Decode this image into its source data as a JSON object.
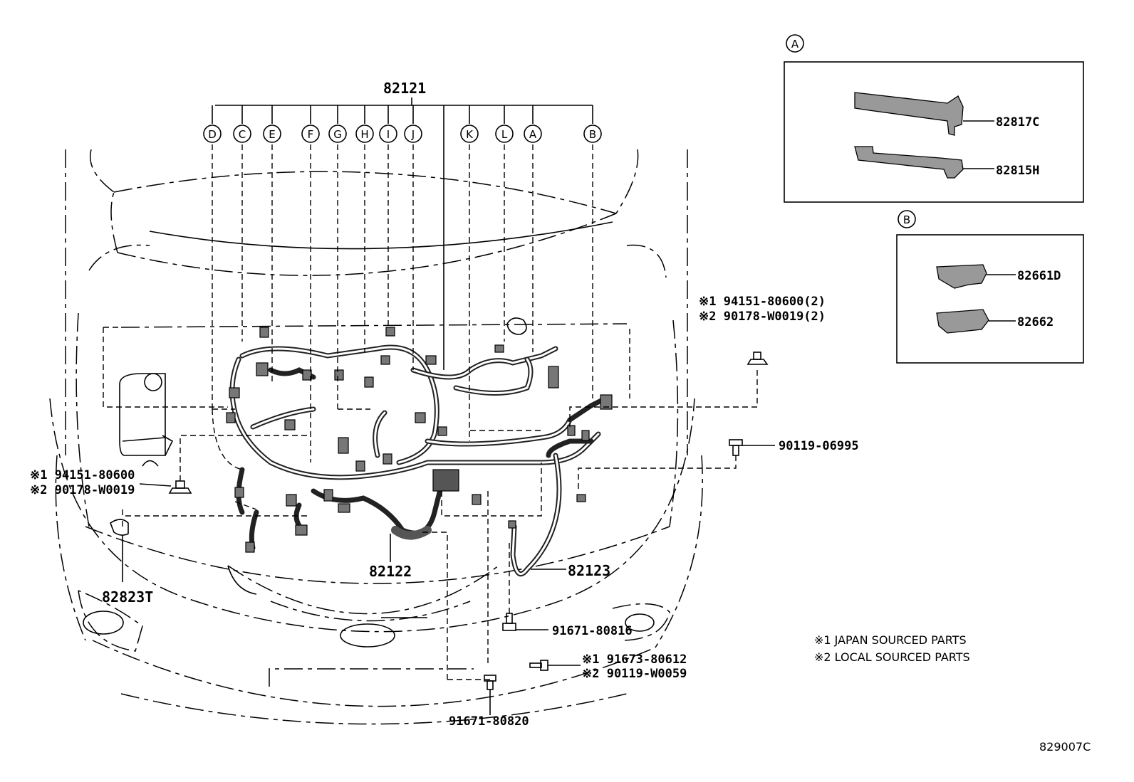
{
  "harness_main": "82121",
  "callout_letters": [
    "D",
    "C",
    "E",
    "F",
    "G",
    "H",
    "I",
    "J",
    "K",
    "L",
    "A",
    "B"
  ],
  "detail_a": {
    "label": "A",
    "parts": [
      "82817C",
      "82815H"
    ]
  },
  "detail_b": {
    "label": "B",
    "parts": [
      "82661D",
      "82662"
    ]
  },
  "right_clip": {
    "line1": "※1 94151-80600(2)",
    "line2": "※2 90178-W0019(2)"
  },
  "left_clip": {
    "line1": "※1 94151-80600",
    "line2": "※2 90178-W0019"
  },
  "bolt_right": "90119-06995",
  "harness_front": "82122",
  "harness_right": "82123",
  "grommet": "82823T",
  "bolt_lower1": "91671-80816",
  "bolt_lower2": {
    "line1": "※1 91673-80612",
    "line2": "※2 90119-W0059"
  },
  "bolt_bottom": "91671-80820",
  "legend": {
    "line1": "※1 JAPAN SOURCED PARTS",
    "line2": "※2 LOCAL SOURCED PARTS"
  },
  "ref_code": "829007C"
}
